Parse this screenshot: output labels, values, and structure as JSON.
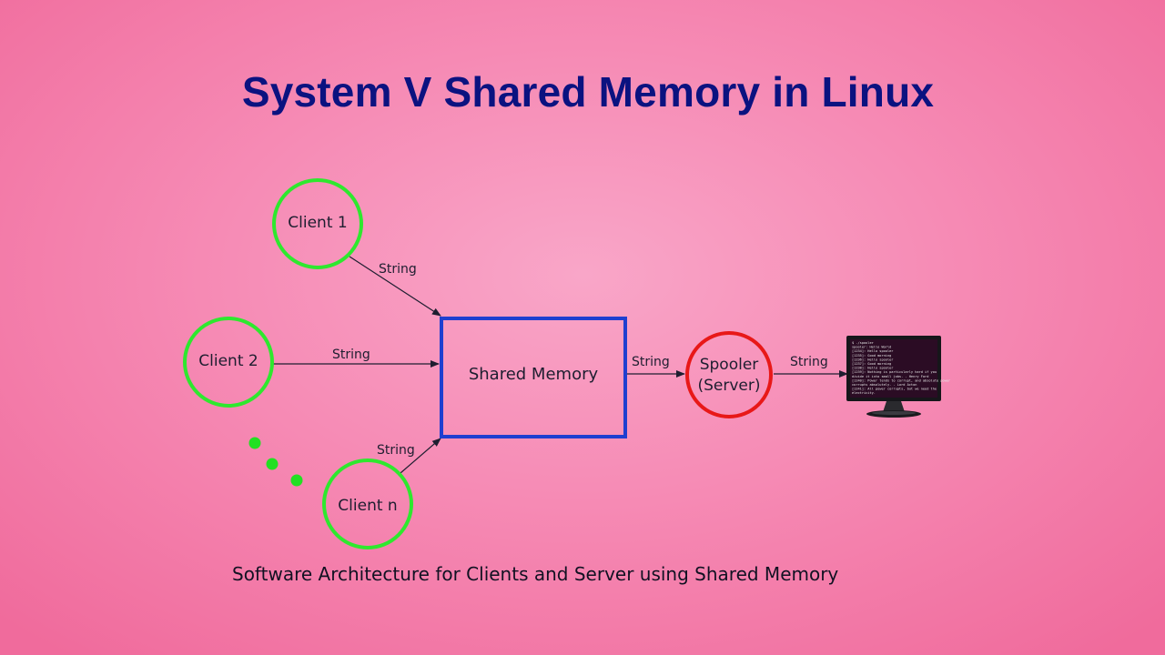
{
  "title": "System V Shared Memory in Linux",
  "caption": "Software Architecture for Clients and Server using Shared Memory",
  "nodes": {
    "client1": "Client 1",
    "client2": "Client 2",
    "clientn": "Client n",
    "shared_memory": "Shared Memory",
    "spooler_line1": "Spooler",
    "spooler_line2": "(Server)"
  },
  "edges": {
    "client1_to_memory": "String",
    "client2_to_memory": "String",
    "clientn_to_memory": "String",
    "memory_to_spooler": "String",
    "spooler_to_monitor": "String"
  },
  "monitor_screen_lines": [
    "$ ./spooler",
    "spooler: Hello World",
    "[1234]: Hello spooler",
    "[1235]: Good morning",
    "[1236]: Hello spooler",
    "[1237]: Good morning",
    "[1238]: Hello spooler",
    "[1239]: Nothing is particularly hard if you",
    "divide it into small jobs. - Henry Ford",
    "[1240]: Power tends to corrupt, and absolute power",
    "corrupts absolutely. - Lord Acton",
    "[1241]: All power corrupts, but we need the",
    "electricity."
  ],
  "colors": {
    "title": "#0b1280",
    "client_circle": "#2ee82e",
    "shared_memory_box": "#1f3fd0",
    "spooler_circle": "#e81818",
    "arrow": "#1e1e30"
  },
  "icons": {
    "monitor": "terminal-monitor-icon",
    "ellipsis": "vertical-ellipsis-dots"
  }
}
